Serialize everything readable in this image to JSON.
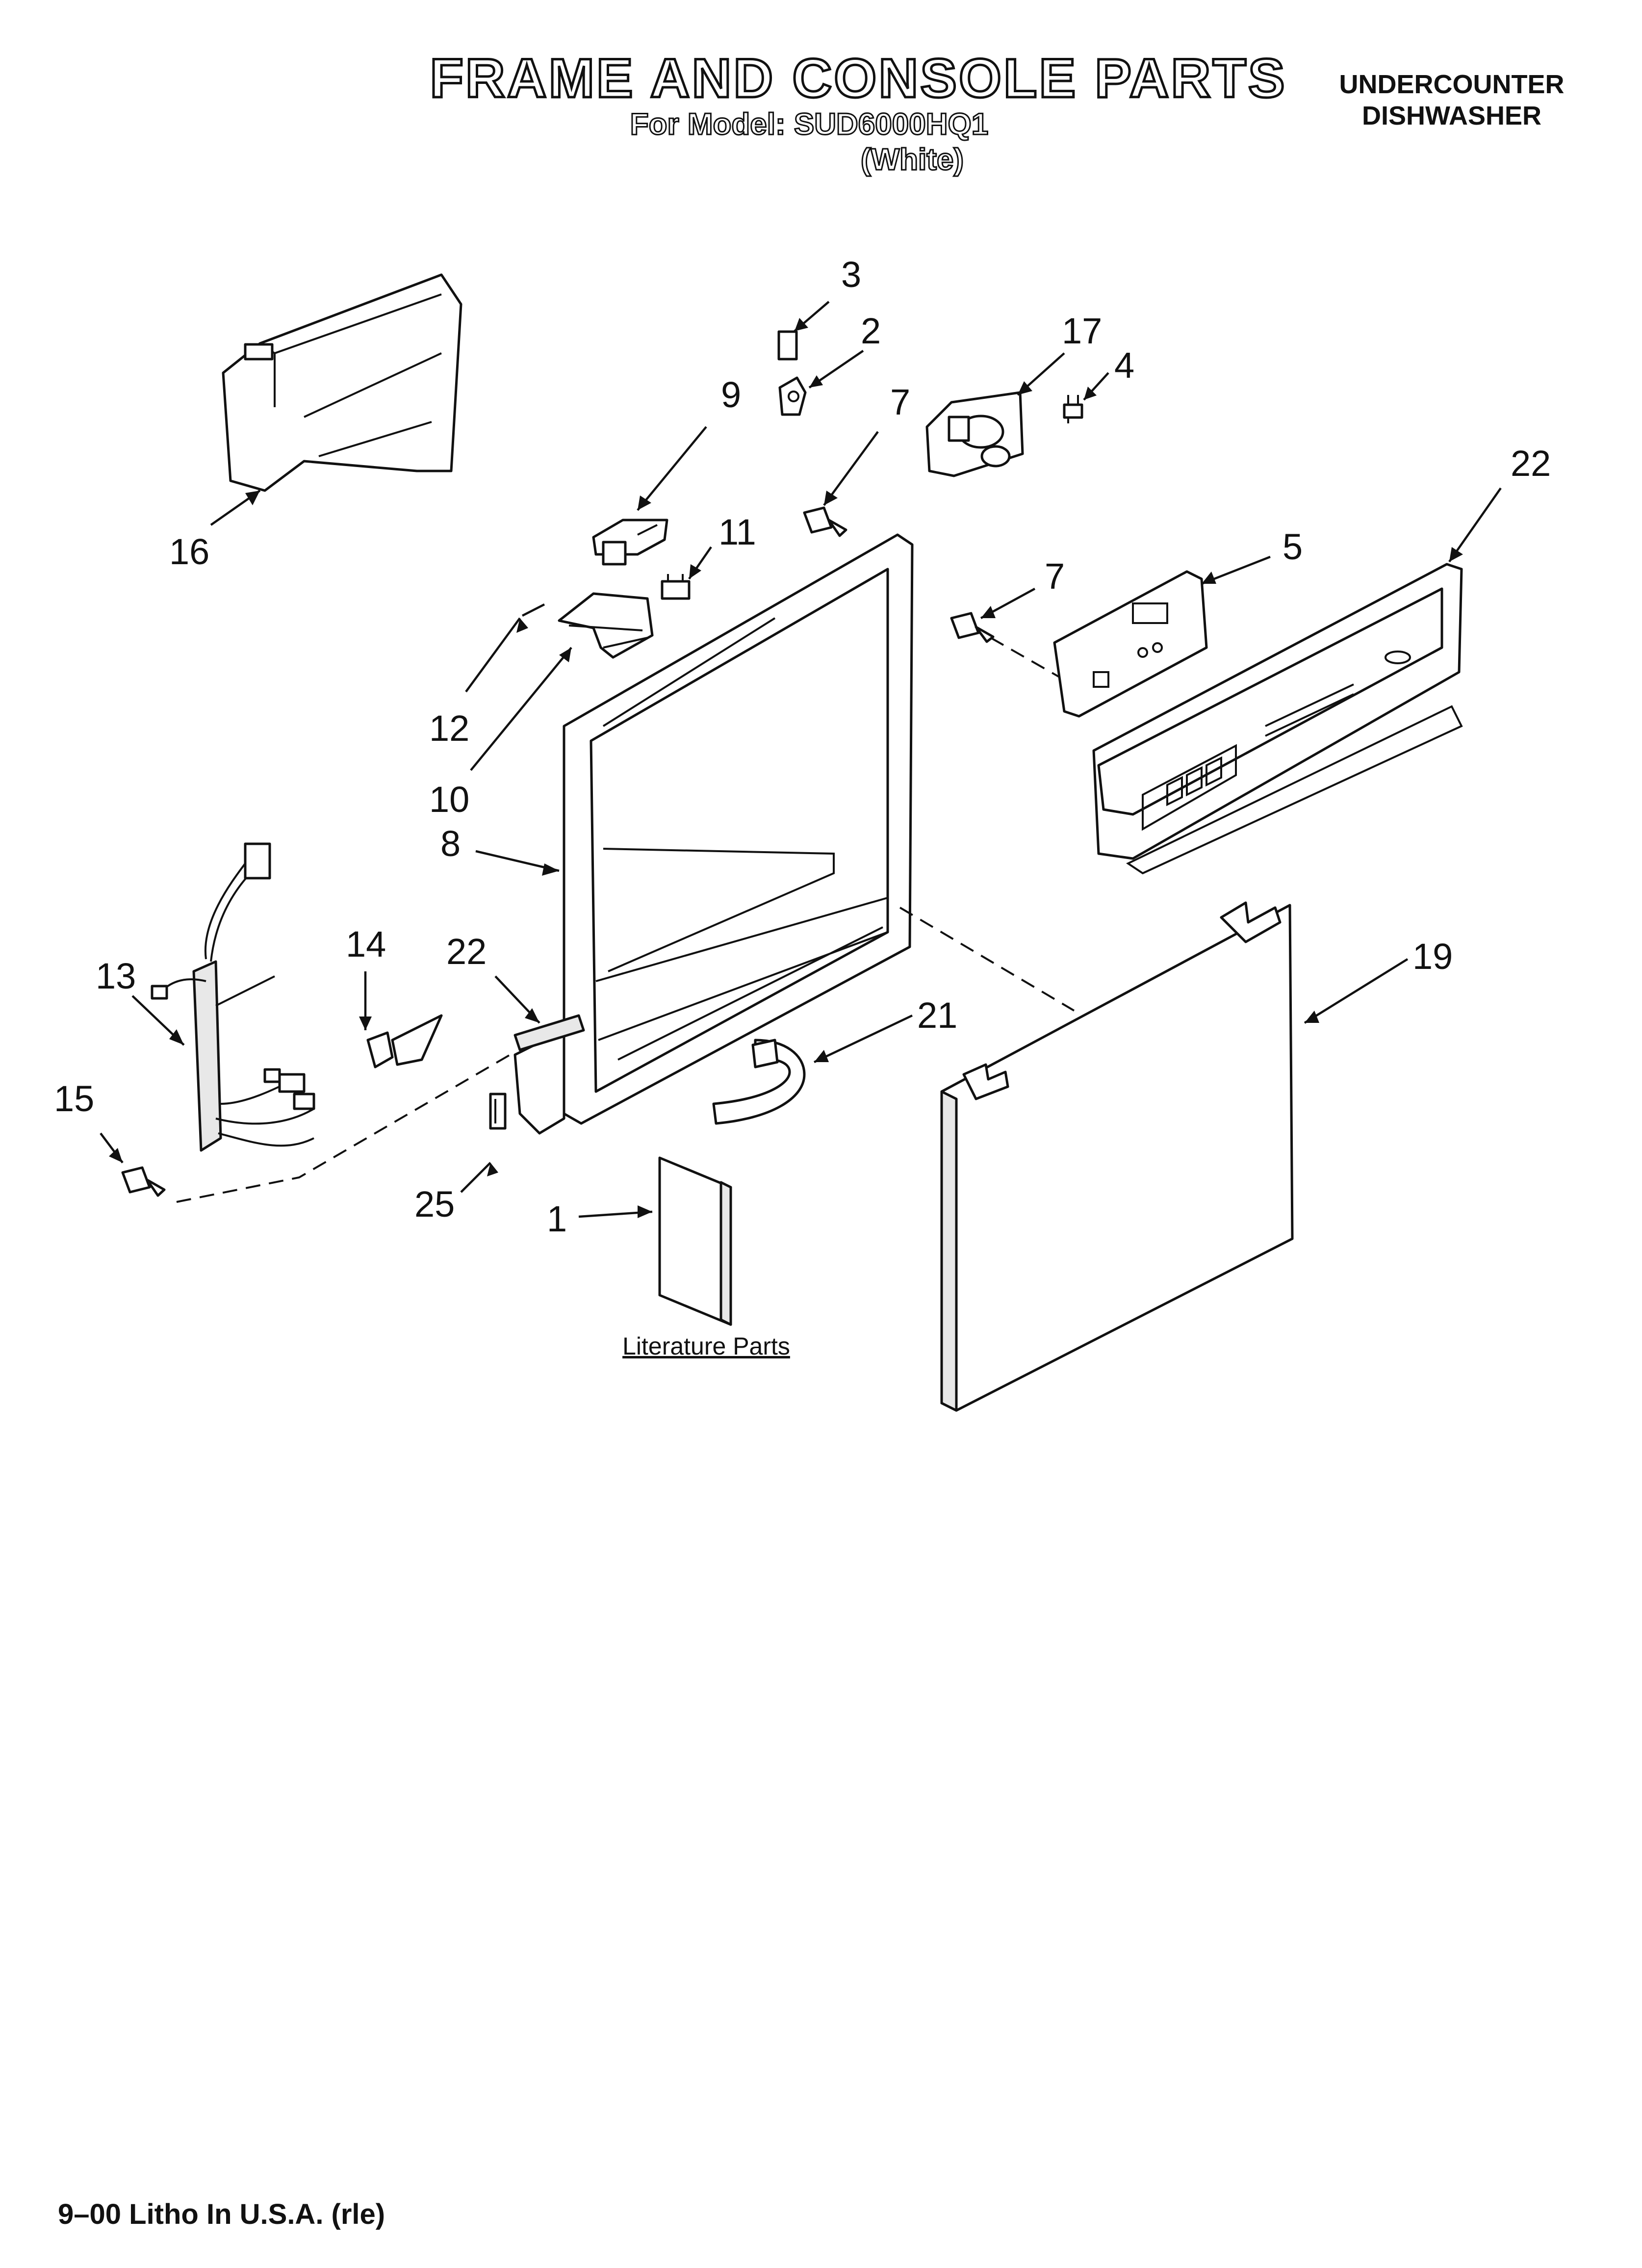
{
  "header": {
    "title": "FRAME AND CONSOLE PARTS",
    "model_line": "For Model: SUD6000HQ1",
    "variant": "(White)",
    "product_line_1": "UNDERCOUNTER",
    "product_line_2": "DISHWASHER"
  },
  "callouts": {
    "c1": "1",
    "c2": "2",
    "c3": "3",
    "c4": "4",
    "c5": "5",
    "c7a": "7",
    "c7b": "7",
    "c8": "8",
    "c9": "9",
    "c10": "10",
    "c11": "11",
    "c12": "12",
    "c13": "13",
    "c14": "14",
    "c15": "15",
    "c16": "16",
    "c17": "17",
    "c19": "19",
    "c21": "21",
    "c22a": "22",
    "c22b": "22",
    "c25": "25"
  },
  "literature_label": "Literature Parts",
  "footer": "9–00 Litho In U.S.A. (rle)"
}
